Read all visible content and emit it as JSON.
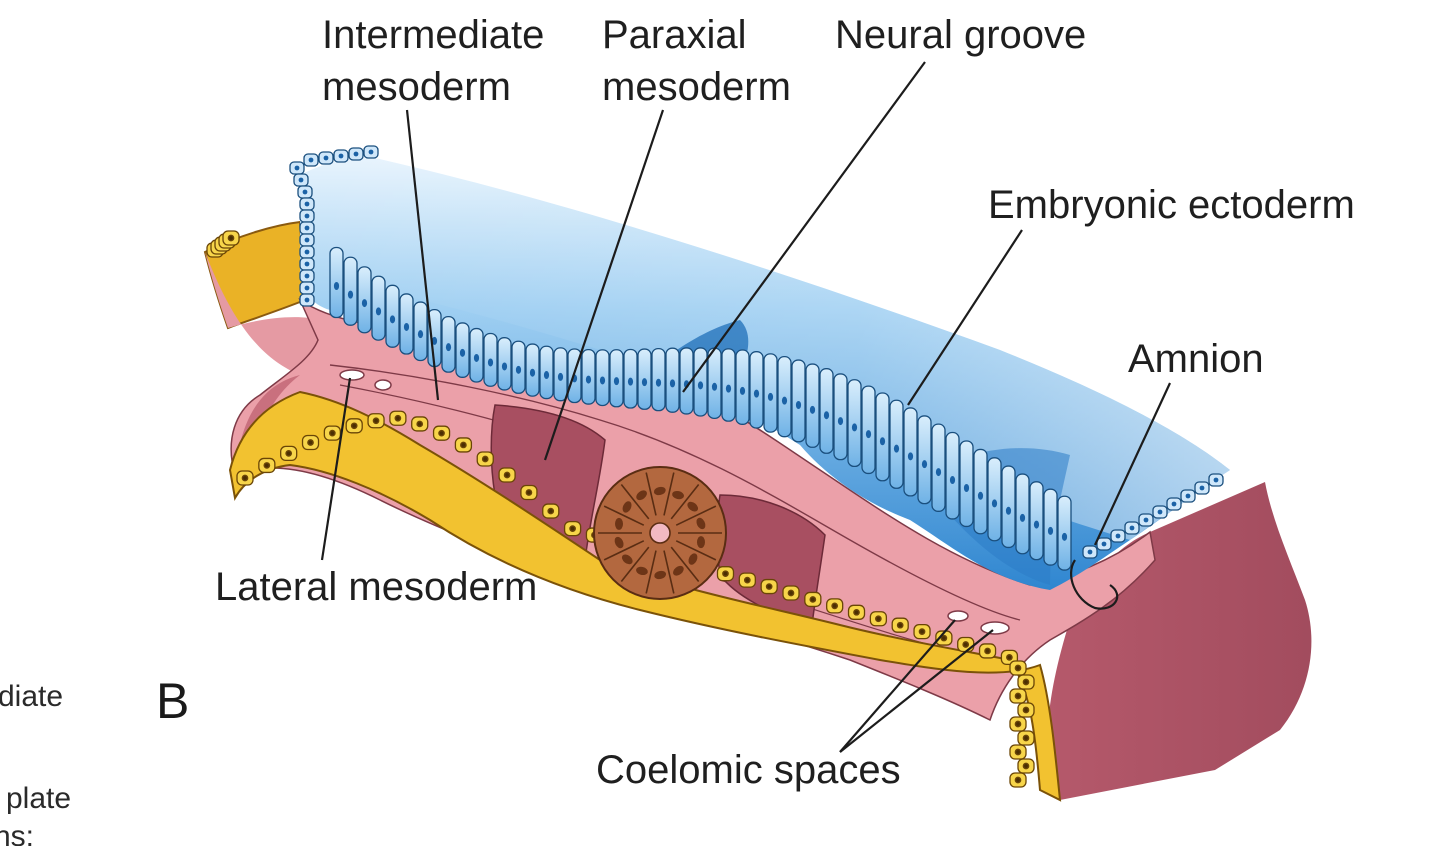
{
  "panel": {
    "letter": "B"
  },
  "labels": {
    "intermediate_line1": "Intermediate",
    "intermediate_line2": "mesoderm",
    "paraxial_line1": "Paraxial",
    "paraxial_line2": "mesoderm",
    "neural_groove": "Neural groove",
    "embryonic_ectoderm": "Embryonic ectoderm",
    "amnion": "Amnion",
    "lateral_mesoderm": "Lateral mesoderm",
    "coelomic_spaces": "Coelomic spaces"
  },
  "edge_text": {
    "diate": "diate",
    "plate": "plate",
    "ns": "ns:"
  },
  "colors": {
    "ectoderm_blue": "#3a8fd6",
    "ectoderm_light": "#d7ecfb",
    "mesoderm_pink": "#e89aa3",
    "mesoderm_dark": "#a6505f",
    "endoderm_yellow": "#f2c230",
    "notochord_brown": "#b3683f"
  }
}
